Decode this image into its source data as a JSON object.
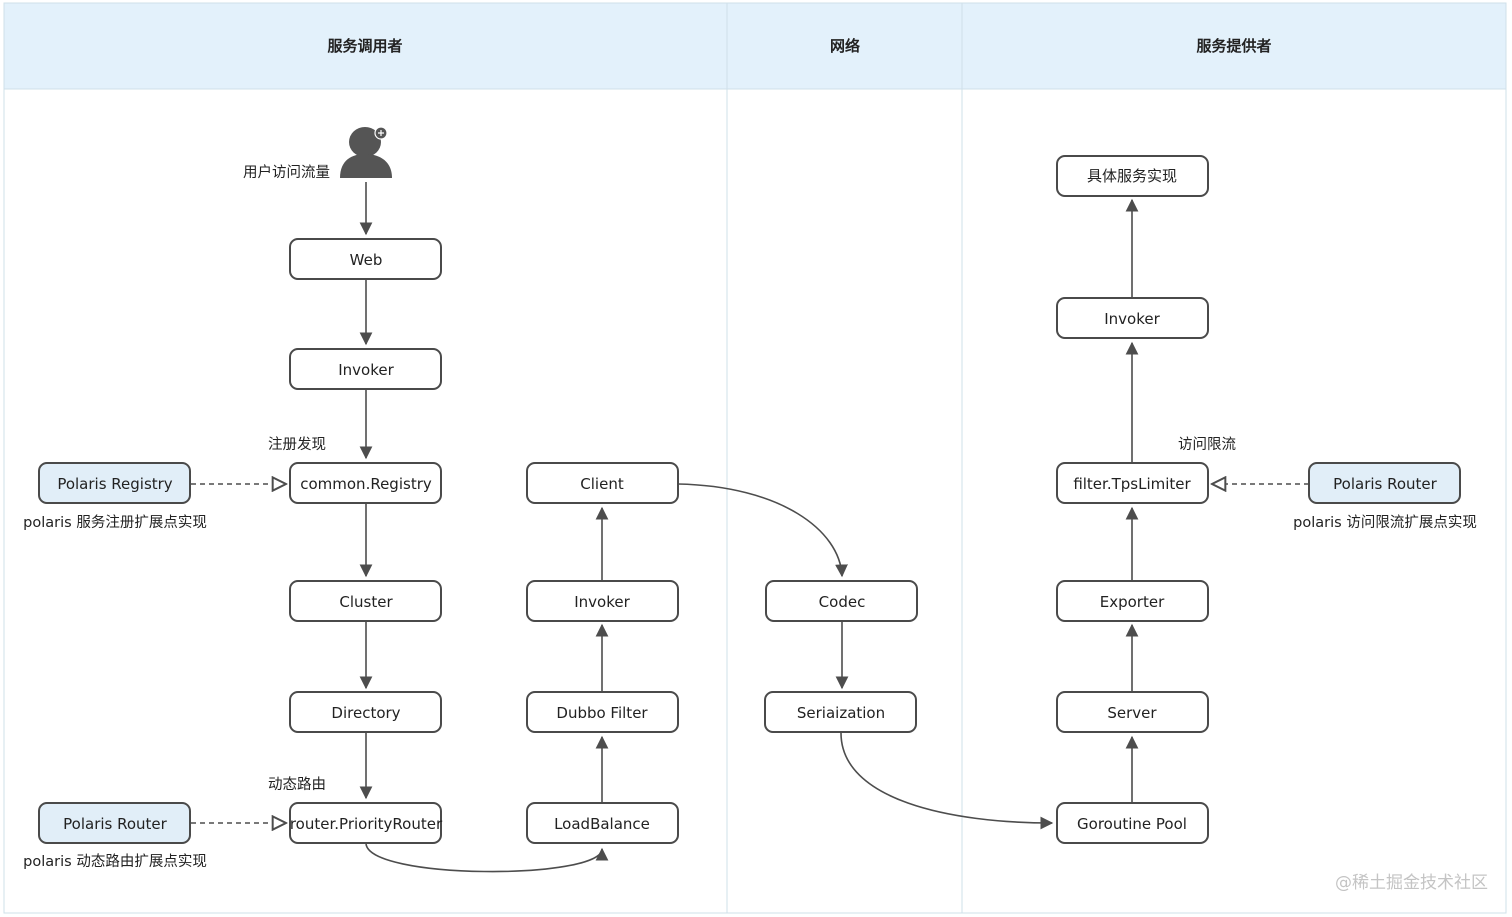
{
  "lanes": [
    {
      "id": "consumer",
      "title": "服务调用者"
    },
    {
      "id": "network",
      "title": "网络"
    },
    {
      "id": "provider",
      "title": "服务提供者"
    }
  ],
  "user": {
    "label": "用户访问流量"
  },
  "nodes": {
    "web": "Web",
    "c_invoker": "Invoker",
    "registry": "common.Registry",
    "cluster": "Cluster",
    "directory": "Directory",
    "prouter": "router.PriorityRouter",
    "client": "Client",
    "c_invoker2": "Invoker",
    "dfilter": "Dubbo Filter",
    "lb": "LoadBalance",
    "codec": "Codec",
    "serial": "Seriaization",
    "impl": "具体服务实现",
    "p_invoker": "Invoker",
    "tps": "filter.TpsLimiter",
    "exporter": "Exporter",
    "server": "Server",
    "gpool": "Goroutine Pool",
    "pol_registry": "Polaris Registry",
    "pol_router": "Polaris Router",
    "pol_router2": "Polaris Router"
  },
  "notes": {
    "registry_note": "注册发现",
    "router_note": "动态路由",
    "tps_note": "访问限流",
    "pol_registry_desc": "polaris 服务注册扩展点实现",
    "pol_router_desc": "polaris 动态路由扩展点实现",
    "pol_router2_desc": "polaris 访问限流扩展点实现"
  },
  "watermark": "@稀土掘金技术社区",
  "colors": {
    "header_bg": "#e3f1fb",
    "extension_bg": "#e1eef8",
    "edge": "#4d4d4d"
  }
}
